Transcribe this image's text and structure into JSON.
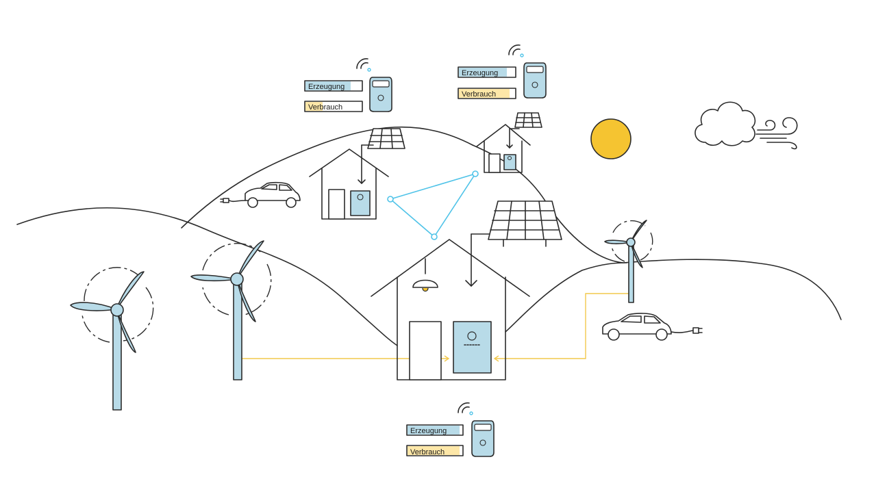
{
  "meters": [
    {
      "id": "meter-top-left",
      "production_label": "Erzeugung",
      "consumption_label": "Verbrauch",
      "production_level": 0.8,
      "consumption_level": 0.3
    },
    {
      "id": "meter-top-right",
      "production_label": "Erzeugung",
      "consumption_label": "Verbrauch",
      "production_level": 0.85,
      "consumption_level": 0.9
    },
    {
      "id": "meter-bottom",
      "production_label": "Erzeugung",
      "consumption_label": "Verbrauch",
      "production_level": 0.95,
      "consumption_level": 0.95
    }
  ],
  "colors": {
    "line": "#2b2b2b",
    "battery_fill": "#b8dbe8",
    "production_fill": "#b8dbe8",
    "consumption_fill": "#fde7a8",
    "energy_flow": "#f2c94c",
    "network": "#4fc3e8",
    "sun": "#f5c431"
  },
  "icons": [
    "wind-turbine-icon",
    "house-icon",
    "solar-panel-icon",
    "battery-icon",
    "electric-car-icon",
    "sun-icon",
    "cloud-icon",
    "wind-icon",
    "wifi-icon",
    "smart-meter-icon",
    "lamp-icon",
    "plug-icon"
  ]
}
